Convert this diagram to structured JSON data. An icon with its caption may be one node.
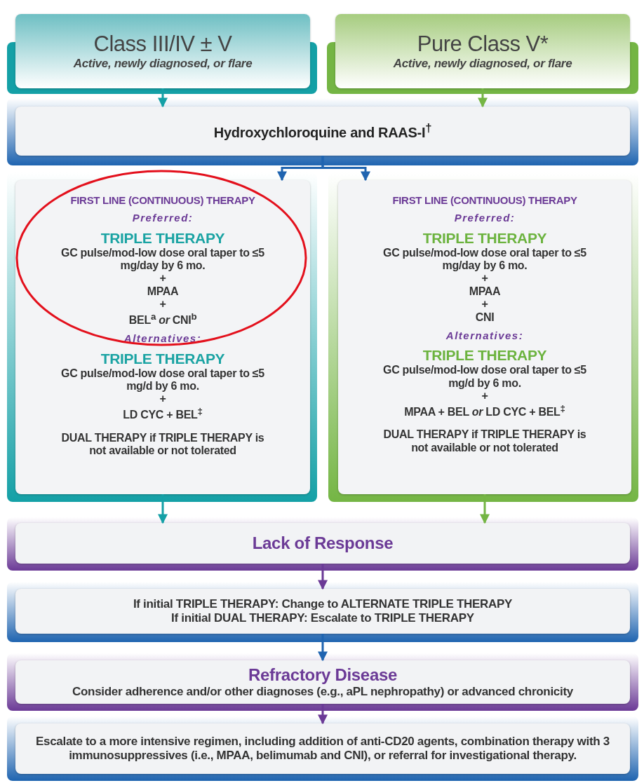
{
  "diagram": {
    "nodes": [
      {
        "text": [
          "Class III/IV ± V",
          "Active, newly diagnosed, or flare"
        ]
      },
      {
        "text": [
          "Pure Class V*",
          "Active, newly diagnosed, or flare"
        ]
      },
      {
        "text": [
          "Hydroxychloroquine and RAAS-I$^{†}$"
        ]
      },
      {
        "text": [
          "FIRST LINE (CONTINUOUS) THERAPY",
          "Preferred:",
          "TRIPLE THERAPY",
          "GC pulse/mod-low dose oral taper to ≤5 mg/day by 6 mo.",
          "+",
          "MPAA",
          "+",
          "BEL$^{a}$ *or* CNI$^{b}$",
          "Alternatives:",
          "TRIPLE THERAPY",
          "GC pulse/mod-low dose oral taper to ≤5 mg/d by 6 mo.",
          "+",
          "LD CYC + BEL$^{‡}$",
          "DUAL THERAPY if TRIPLE THERAPY is not available or not tolerated"
        ]
      },
      {
        "text": [
          "FIRST LINE (CONTINUOUS) THERAPY",
          "Preferred:",
          "TRIPLE THERAPY",
          "GC pulse/mod-low dose oral taper to ≤5 mg/day by 6 mo.",
          "+",
          "MPAA",
          "+",
          "CNI",
          "Alternatives:",
          "TRIPLE THERAPY",
          "GC pulse/mod-low dose oral taper to ≤5 mg/d by 6 mo.",
          "+",
          "MPAA + BEL *or* LD CYC + BEL$^{‡}$",
          "DUAL THERAPY if TRIPLE THERAPY is not available or not tolerated"
        ]
      },
      {
        "text": [
          "Lack of Response"
        ]
      },
      {
        "text": [
          "If initial TRIPLE THERAPY: Change to ALTERNATE TRIPLE THERAPY",
          "If initial DUAL THERAPY: Escalate to TRIPLE THERAPY"
        ]
      },
      {
        "text": [
          "Refractory Disease",
          "Consider adherence and/or other diagnoses (e.g., aPL nephropathy) or advanced chronicity"
        ]
      },
      {
        "text": [
          "Escalate to a more intensive regimen, including addition of anti-CD20 agents, combination therapy with 3 immunosuppressives (i.e., MPAA, belimumab and CNI), or referral for investigational therapy."
        ]
      }
    ],
    "edges": [
      {
        "from": 0,
        "to": 2,
        "arrow": "to",
        "color": "#14a0a6"
      },
      {
        "from": 1,
        "to": 2,
        "arrow": "to",
        "color": "#74b544"
      },
      {
        "from": 2,
        "to": 3,
        "arrow": "to"
      },
      {
        "from": 2,
        "to": 4,
        "arrow": "to"
      },
      {
        "from": 3,
        "to": 5,
        "arrow": "to",
        "color": "#14a0a6"
      },
      {
        "from": 4,
        "to": 5,
        "arrow": "to",
        "color": "#74b544"
      },
      {
        "from": 5,
        "to": 6,
        "arrow": "to",
        "color": "#6b3a96"
      },
      {
        "from": 6,
        "to": 7,
        "arrow": "to"
      },
      {
        "from": 7,
        "to": 8,
        "arrow": "to",
        "color": "#6b3a96"
      }
    ]
  }
}
